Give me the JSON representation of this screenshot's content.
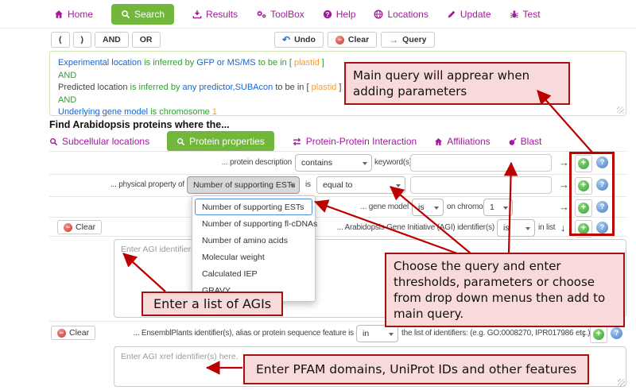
{
  "navbar": {
    "items": [
      {
        "label": "Home"
      },
      {
        "label": "Search",
        "active": true
      },
      {
        "label": "Results"
      },
      {
        "label": "ToolBox"
      },
      {
        "label": "Help"
      },
      {
        "label": "Locations"
      },
      {
        "label": "Update"
      },
      {
        "label": "Test"
      }
    ]
  },
  "operator_bar": {
    "paren_open": "(",
    "paren_close": ")",
    "and": "AND",
    "or": "OR",
    "undo": "Undo",
    "clear": "Clear",
    "query": "Query",
    "undo_icon": "↶",
    "query_icon": "→"
  },
  "query_box": {
    "lines": [
      {
        "segments": [
          {
            "text": "Experimental location"
          },
          {
            "text": "  is inferred by  "
          },
          {
            "text": "GFP or MS/MS"
          },
          {
            "text": "  to be in [ "
          },
          {
            "text": "plastid"
          },
          {
            "text": " ]"
          }
        ]
      },
      {
        "segments": [
          {
            "text": "AND"
          }
        ]
      },
      {
        "segments": [
          {
            "text": "Predicted location "
          },
          {
            "text": "is inferred by "
          },
          {
            "text": "any predictor,SUBAcon"
          },
          {
            "text": " to be in [ "
          },
          {
            "text": "plastid"
          },
          {
            "text": " ]"
          }
        ]
      },
      {
        "segments": [
          {
            "text": "AND"
          }
        ]
      },
      {
        "segments": [
          {
            "text": "Underlying gene model"
          },
          {
            "text": "  is  "
          },
          {
            "text": "chromosome"
          },
          {
            "text": " 1"
          }
        ]
      }
    ]
  },
  "heading": "Find Arabidopsis proteins where the...",
  "tabs": [
    {
      "label": "Subcellular locations"
    },
    {
      "label": "Protein properties",
      "active": true
    },
    {
      "label": "Protein-Protein Interaction"
    },
    {
      "label": "Affiliations"
    },
    {
      "label": "Blast"
    }
  ],
  "form": {
    "row1": {
      "label": "... protein description",
      "operator": "contains",
      "label2": "keyword(s)",
      "arrow": "→"
    },
    "row2": {
      "label": "... physical property of",
      "property": "Number of supporting ESTs",
      "label2": "is",
      "operator": "equal to",
      "arrow": "→"
    },
    "row3": {
      "label": "... gene model",
      "operator": "is",
      "label2": "on chromosome",
      "chromosome": "1",
      "arrow": "→"
    },
    "row4": {
      "label": "... Arabidopsis Gene Initiative (AGI) identifier(s)",
      "operator": "is",
      "label2": "in list",
      "arrow": "↓"
    },
    "clear_button": "Clear",
    "agi_textarea_placeholder": "Enter AGI identifier(s) here.",
    "bottom_row": {
      "clear": "Clear",
      "label": "... EnsemblPlants identifier(s), alias or protein sequence feature is",
      "operator": "in",
      "label2": "the list of identifiers: (e.g. GO:0008270, IPR017986 etc.)",
      "arrow": "↓"
    },
    "xref_textarea_placeholder": "Enter AGI xref identifier(s) here.",
    "add_label": "+",
    "help_label": "?"
  },
  "dropdown": {
    "items": [
      "Number of supporting ESTs",
      "Number of supporting fl-cDNAs",
      "Number of amino acids",
      "Molecular weight",
      "Calculated IEP",
      "GRAVY"
    ],
    "selected": "Number of supporting ESTs"
  },
  "annotations": {
    "main_query": "Main query will apprear when adding parameters",
    "choose_query": "Choose the query and enter thresholds, parameters or choose from drop down menus then add to main query.",
    "agi_list": "Enter a list of AGIs",
    "pfam": "Enter PFAM domains, UniProt IDs and other features"
  },
  "colors": {
    "nav_purple": "#a3199f",
    "accent_green": "#72b63c",
    "annotation_border": "#a11212",
    "annotation_bg": "#f9dada",
    "arrow_red": "#bb0000",
    "query_blue": "#1a66cc",
    "query_green": "#2f9e2f",
    "query_orange": "#f0a030"
  }
}
